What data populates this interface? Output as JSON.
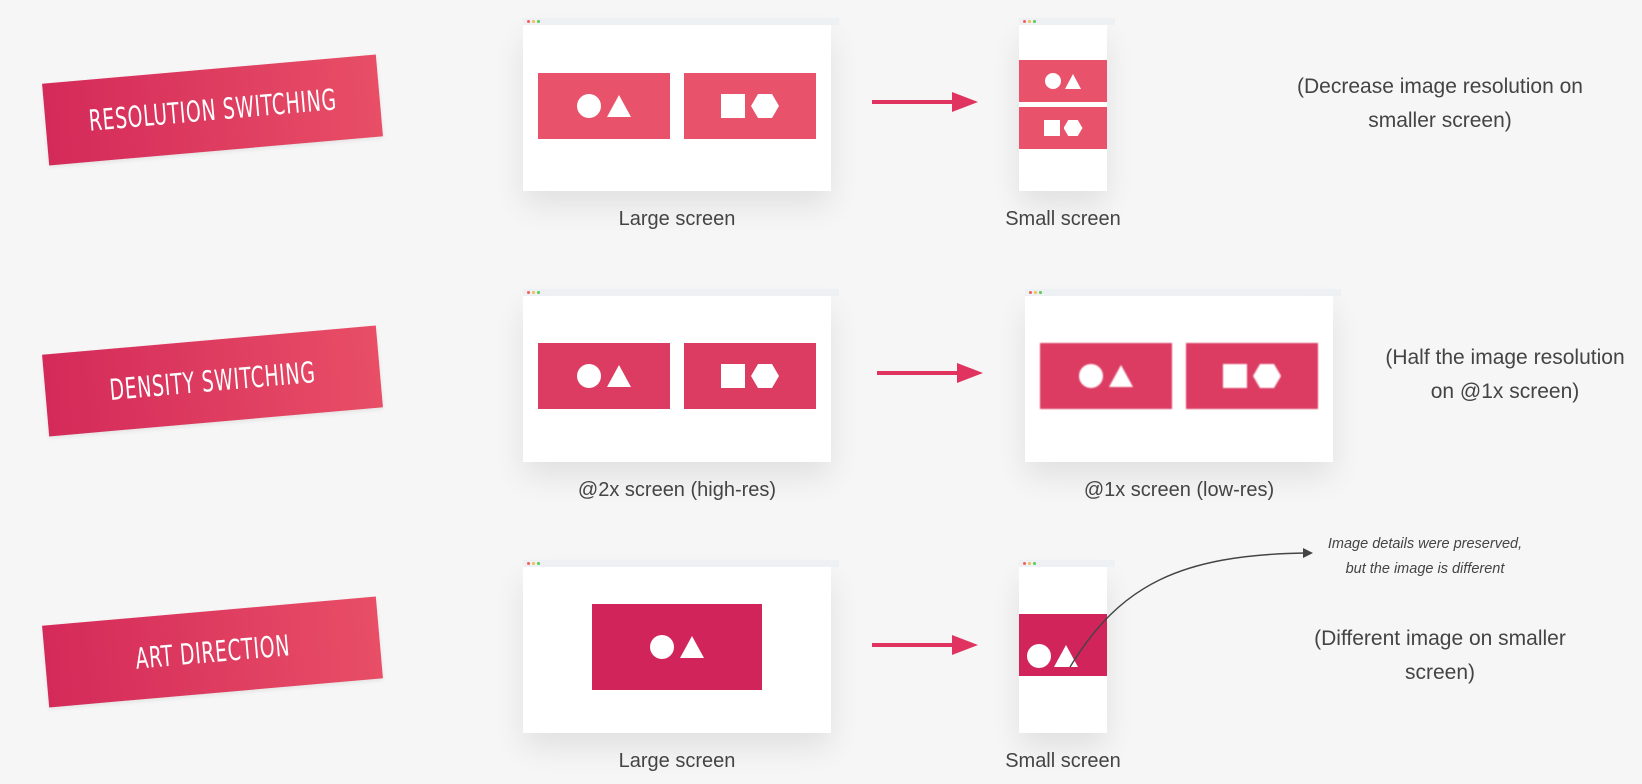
{
  "rows": [
    {
      "label": "RESOLUTION SWITCHING",
      "left_caption": "Large screen",
      "right_caption": "Small screen",
      "note_lines": [
        "(Decrease image resolution on",
        "smaller screen)"
      ]
    },
    {
      "label": "DENSITY SWITCHING",
      "left_caption": "@2x screen (high-res)",
      "right_caption": "@1x screen (low-res)",
      "note_lines": [
        "(Half the image resolution",
        "on @1x screen)"
      ]
    },
    {
      "label": "ART DIRECTION",
      "left_caption": "Large screen",
      "right_caption": "Small screen",
      "note_lines": [
        "(Different image on smaller",
        "screen)"
      ]
    }
  ],
  "annotation_lines": [
    "Image details were preserved,",
    "but the image is different"
  ],
  "colors": {
    "accent": "#e8526a",
    "accent_dark": "#d0245a",
    "banner_start": "#d42a5a",
    "banner_end": "#e84e66",
    "arrow": "#e0335f",
    "dot_red": "#f0605b",
    "dot_yellow": "#f5bd4f",
    "dot_green": "#5cc85a"
  },
  "icons": [
    "circle-icon",
    "triangle-icon",
    "square-icon",
    "hexagon-icon"
  ]
}
